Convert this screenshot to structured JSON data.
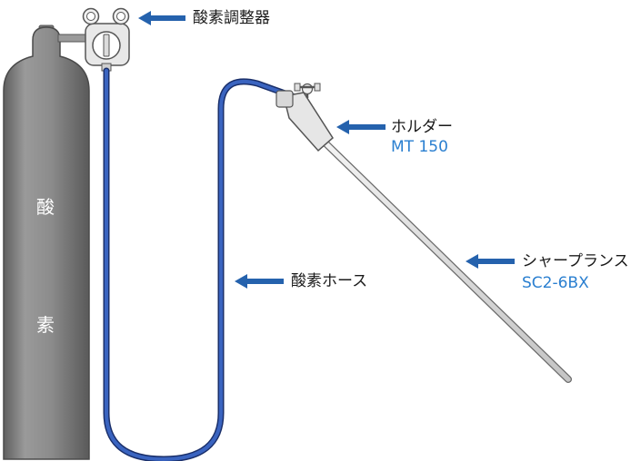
{
  "cylinder": {
    "char1": "酸",
    "char2": "素"
  },
  "labels": {
    "regulator": "酸素調整器",
    "holder": "ホルダー",
    "holder_model": "MT 150",
    "hose": "酸素ホース",
    "lance": "シャープランス",
    "lance_model": "SC2-6BX"
  },
  "colors": {
    "cylinder": "#8a8a8a",
    "hose": "#2b4f9e",
    "arrow": "#2562ad",
    "model_text": "#2a7fd0"
  },
  "icons": {
    "arrow": "left-arrow",
    "regulator": "pressure-regulator",
    "valve": "valve-handle"
  }
}
